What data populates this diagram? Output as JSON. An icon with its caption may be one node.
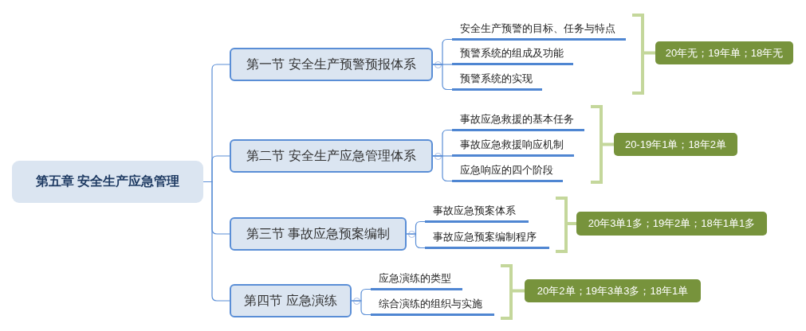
{
  "diagram": {
    "nodes": [
      {
        "text": [
          "第五章 安全生产应急管理"
        ]
      },
      {
        "text": [
          "第一节 安全生产预警预报体系"
        ]
      },
      {
        "text": [
          "安全生产预警的目标、任务与特点"
        ]
      },
      {
        "text": [
          "预警系统的组成及功能"
        ]
      },
      {
        "text": [
          "预警系统的实现"
        ]
      },
      {
        "text": [
          "20年无；19年单；18年无"
        ]
      },
      {
        "text": [
          "第二节 安全生产应急管理体系"
        ]
      },
      {
        "text": [
          "事故应急救援的基本任务"
        ]
      },
      {
        "text": [
          "事故应急救援响应机制"
        ]
      },
      {
        "text": [
          "应急响应的四个阶段"
        ]
      },
      {
        "text": [
          "20-19年1单；18年2单"
        ]
      },
      {
        "text": [
          "第三节 事故应急预案编制"
        ]
      },
      {
        "text": [
          "事故应急预案体系"
        ]
      },
      {
        "text": [
          "事故应急预案编制程序"
        ]
      },
      {
        "text": [
          "20年3单1多；19年2单；18年1单1多"
        ]
      },
      {
        "text": [
          "第四节 应急演练"
        ]
      },
      {
        "text": [
          "应急演练的类型"
        ]
      },
      {
        "text": [
          "综合演练的组织与实施"
        ]
      },
      {
        "text": [
          "20年2单；19年3单3多；18年1单"
        ]
      }
    ],
    "edges": [
      {
        "from": 0,
        "to": 1,
        "arrow": "none"
      },
      {
        "from": 0,
        "to": 6,
        "arrow": "none"
      },
      {
        "from": 0,
        "to": 11,
        "arrow": "none"
      },
      {
        "from": 0,
        "to": 15,
        "arrow": "none"
      },
      {
        "from": 1,
        "to": 2,
        "arrow": "none"
      },
      {
        "from": 1,
        "to": 3,
        "arrow": "none"
      },
      {
        "from": 1,
        "to": 4,
        "arrow": "none"
      },
      {
        "from": 6,
        "to": 7,
        "arrow": "none"
      },
      {
        "from": 6,
        "to": 8,
        "arrow": "none"
      },
      {
        "from": 6,
        "to": 9,
        "arrow": "none"
      },
      {
        "from": 11,
        "to": 12,
        "arrow": "none"
      },
      {
        "from": 11,
        "to": 13,
        "arrow": "none"
      },
      {
        "from": 15,
        "to": 16,
        "arrow": "none"
      },
      {
        "from": 15,
        "to": 17,
        "arrow": "none"
      }
    ]
  }
}
